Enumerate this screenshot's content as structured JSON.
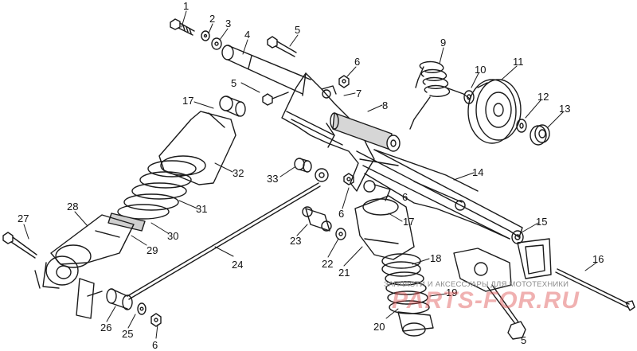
{
  "labels": [
    "1",
    "2",
    "3",
    "4",
    "5",
    "5",
    "6",
    "7",
    "8",
    "9",
    "10",
    "11",
    "12",
    "13",
    "14",
    "15",
    "16",
    "17",
    "17",
    "18",
    "19",
    "20",
    "21",
    "22",
    "23",
    "24",
    "25",
    "26",
    "27",
    "28",
    "29",
    "30",
    "31",
    "32",
    "33",
    "6",
    "6",
    "6",
    "5"
  ],
  "watermark": {
    "caption": "ЗАПЧАСТИ И АКСЕССУАРЫ ДЛЯ МОТОТЕХНИКИ",
    "logo": "PARTS-FOR.RU"
  },
  "colors": {
    "line": "#1a1a1a",
    "watermark_red": "#e05555",
    "watermark_gray": "#8a8a8a"
  }
}
